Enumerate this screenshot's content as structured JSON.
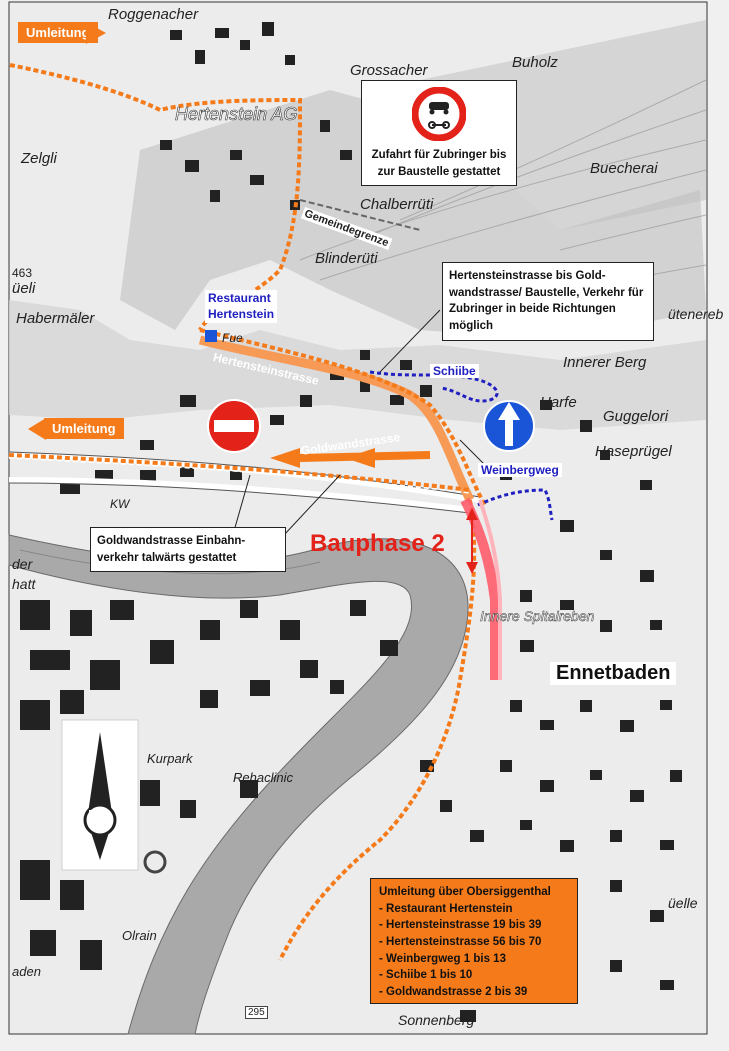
{
  "map": {
    "place_names": [
      "Roggenacher",
      "Grossacher",
      "Buholz",
      "Hertenstein AG",
      "Zelgli",
      "Buecherai",
      "Chalberrüti",
      "Blinderüti",
      "Habermäler",
      "Innerer Berg",
      "Harfe",
      "Guggelori",
      "Haseprügel",
      "Innere Spitalreben",
      "Kurpark",
      "Rehaclinic",
      "Olrain",
      "Sonnenberg",
      "üelle",
      "ütenereb",
      "463",
      "üeli",
      "der",
      "hatt",
      "aden",
      "KW",
      "Fue"
    ],
    "town_label": "Ennetbaden",
    "boundary_label": "Gemeindegrenze",
    "road_number": "295",
    "north_label": "N"
  },
  "streets": {
    "hertensteinstrasse": "Hertensteinstrasse",
    "goldwandstrasse": "Goldwandstrasse",
    "schiibe": "Schiibe",
    "weinbergweg": "Weinbergweg"
  },
  "detour_tags": [
    "Umleitung",
    "Umleitung"
  ],
  "restaurant": {
    "line1": "Restaurant",
    "line2": "Hertenstein"
  },
  "phase_label": "Bauphase 2",
  "info_boxes": {
    "access": "Zufahrt für Zubringer bis zur Baustelle gestattet",
    "hertenstein": "Hertensteinstrasse bis Gold-wandstrasse/ Baustelle, Verkehr für Zubringer in beide Richtungen möglich",
    "goldwand": "Goldwandstrasse Einbahn-verkehr talwärts gestattet"
  },
  "detour_box": {
    "title": "Umleitung über Obersiggenthal",
    "items": [
      "- Restaurant Hertenstein",
      "- Hertensteinstrasse 19 bis 39",
      "- Hertensteinstrasse 56 bis 70",
      "- Weinbergweg 1 bis 13",
      "- Schiibe 1 bis 10",
      "- Goldwandstrasse 2 bis 39"
    ]
  },
  "colors": {
    "detour": "#f47a1a",
    "construction": "#ff5c6c",
    "sign_red": "#e32219",
    "sign_blue": "#1a55d8",
    "street_blue": "#2020c0"
  }
}
